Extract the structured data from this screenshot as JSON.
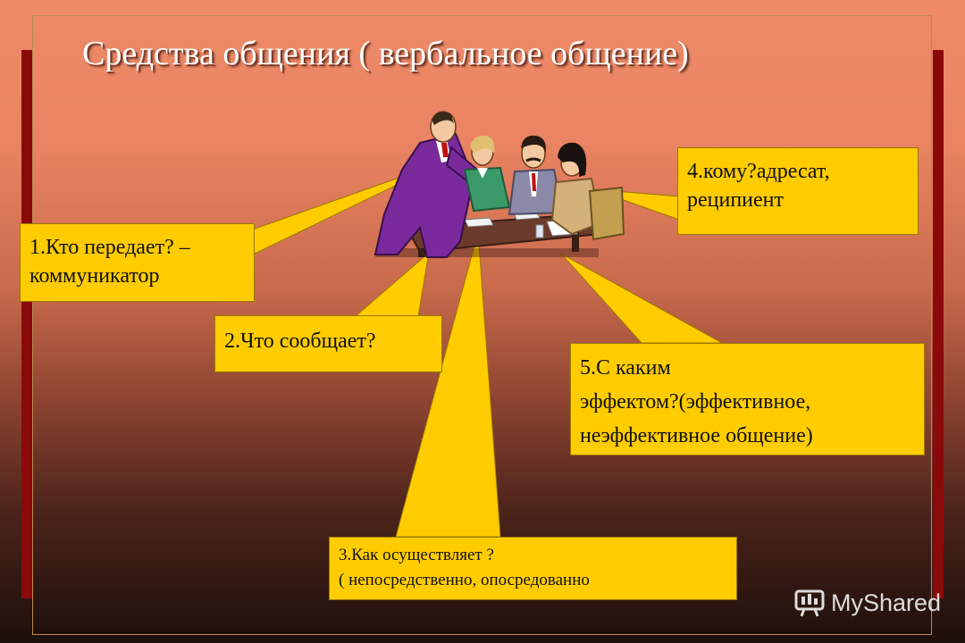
{
  "slide": {
    "title": "Средства общения ( вербальное общение)"
  },
  "callouts": {
    "who": {
      "line1": "1.Кто передает? –",
      "line2": "коммуникатор"
    },
    "what": {
      "line1": "2.Что сообщает?"
    },
    "how": {
      "line1": "3.Как осуществляет ?",
      "line2": "( непосредственно, опосредованно"
    },
    "whom": {
      "line1": "4.кому?адресат,",
      "line2": "реципиент"
    },
    "effect": {
      "line1": "5.С каким",
      "line2": "эффектом?(эффективное,",
      "line3": "неэффективное общение)"
    }
  },
  "watermark": {
    "text": "MyShared"
  },
  "colors": {
    "callout": "#ffcc00",
    "accent_bar": "#8a0a0a",
    "title": "#ffffff"
  },
  "icons": [
    "people-at-table-illustration",
    "myshared-logo-icon"
  ]
}
